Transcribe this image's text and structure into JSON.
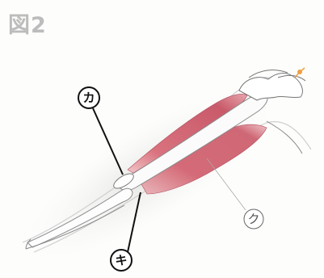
{
  "figure": {
    "title": "図2"
  },
  "labels": {
    "ka": "カ",
    "ki": "キ",
    "ku": "ク"
  },
  "colors": {
    "muscle": "#d9727e",
    "muscle_dark": "#c5576a",
    "bone_outline": "#777777",
    "leader_line": "#111111",
    "highlight_dot": "#f0a040"
  }
}
